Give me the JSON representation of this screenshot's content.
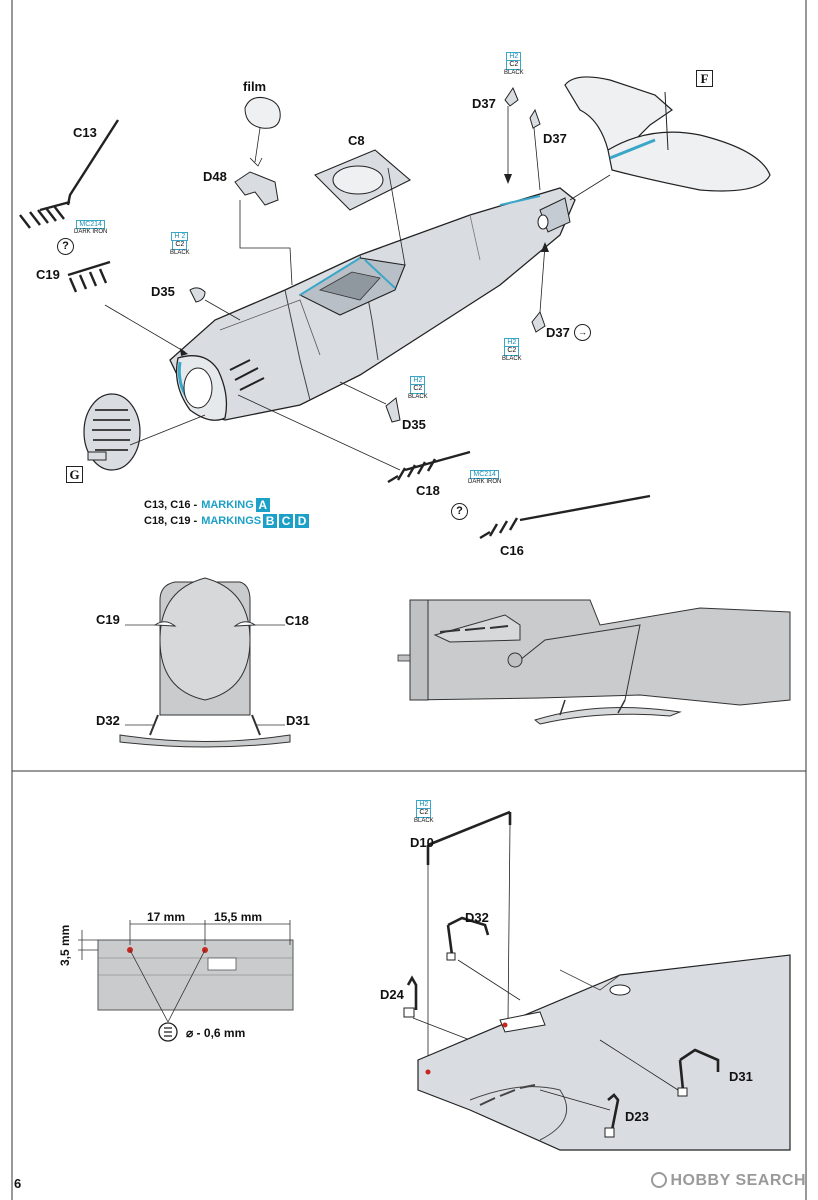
{
  "step_a": {
    "parts": {
      "film": "film",
      "c13": "C13",
      "c8": "C8",
      "d37_top_left": "D37",
      "d37_top_right": "D37",
      "d48": "D48",
      "c19": "C19",
      "d35_left": "D35",
      "d37_side": "D37",
      "d35_bottom": "D35",
      "c18": "C18",
      "c16": "C16"
    },
    "subassemblies": {
      "f": "F",
      "g": "G"
    },
    "question_mark": "?",
    "paints": {
      "h2_c2_black": {
        "code1": "H2",
        "code2": "C2",
        "name": "BLACK"
      },
      "h2_c2_black_alt": {
        "code1": "H 2",
        "code2": "C2",
        "name": "BLACK"
      },
      "mc214_dark_iron": {
        "code": "MC214",
        "name": "DARK IRON"
      }
    },
    "markings_legend": {
      "row1_parts": "C13, C16 -",
      "row1_label": "MARKING",
      "row1_badges": [
        "A"
      ],
      "row2_parts": "C18, C19 -",
      "row2_label": "MARKINGS",
      "row2_badges": [
        "B",
        "C",
        "D"
      ]
    }
  },
  "views": {
    "front": {
      "c19": "C19",
      "c18": "C18",
      "d32": "D32",
      "d31": "D31"
    }
  },
  "step_b": {
    "dimensions": {
      "width_1": "17 mm",
      "width_2": "15,5 mm",
      "height": "3,5 mm",
      "drill": "⌀ - 0,6 mm"
    },
    "parts": {
      "d10": "D10",
      "d32": "D32",
      "d24": "D24",
      "d31": "D31",
      "d23": "D23"
    }
  },
  "page_number": "6",
  "watermark": "HOBBY SEARCH",
  "colors": {
    "paint_highlight": "#3aa7c9",
    "fuselage_fill": "#d9dde2",
    "drill_mark": "#c8261c",
    "marking_badge": "#1da0c8",
    "view_gray": "#c9cbcd"
  }
}
